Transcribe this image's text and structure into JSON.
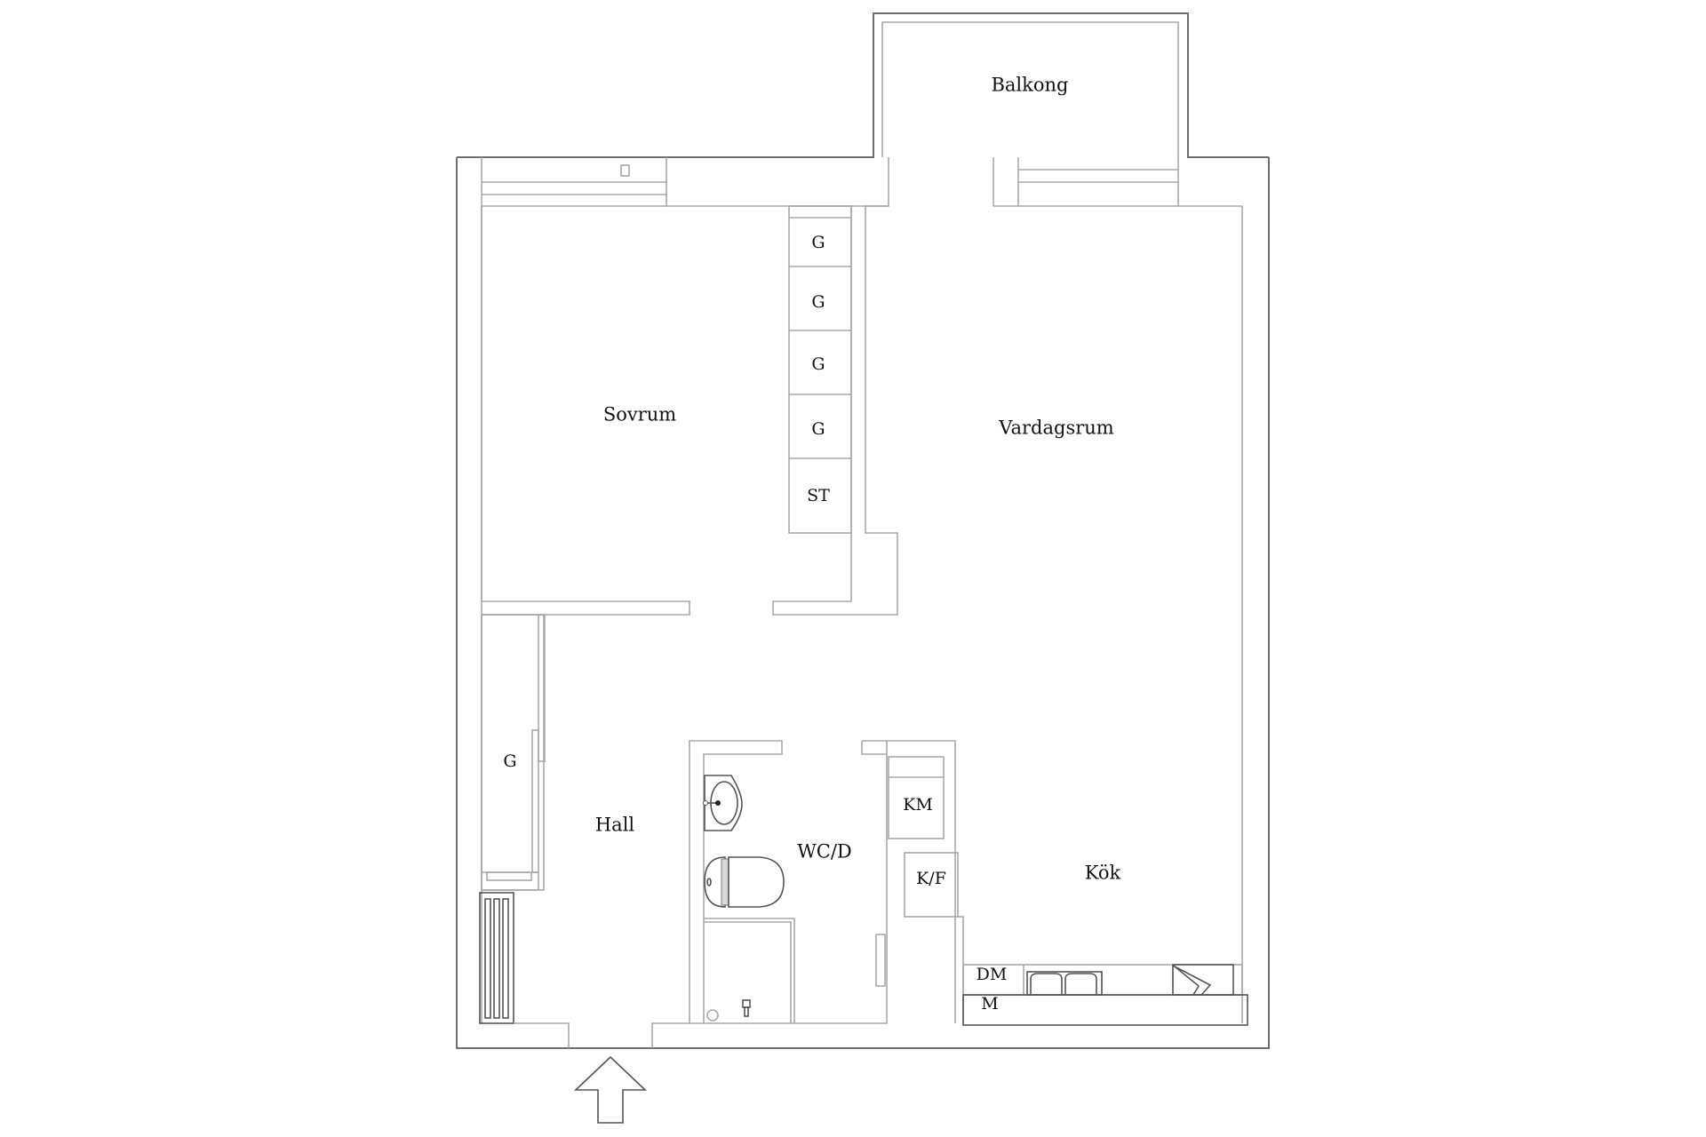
{
  "floorplan": {
    "rooms": {
      "balcony": "Balkong",
      "bedroom": "Sovrum",
      "living_room": "Vardagsrum",
      "hall": "Hall",
      "bathroom": "WC/D",
      "kitchen": "Kök"
    },
    "fixtures": {
      "wardrobe_1": "G",
      "wardrobe_2": "G",
      "wardrobe_3": "G",
      "wardrobe_4": "G",
      "storage": "ST",
      "hall_wardrobe": "G",
      "fridge_freezer_tower": "KM",
      "fridge_freezer": "K/F",
      "dishwasher": "DM",
      "microwave": "M"
    },
    "icons": {
      "entrance": "entrance-arrow-icon",
      "sink": "sink-icon",
      "toilet": "toilet-icon",
      "shower": "shower-icon",
      "radiator": "radiator-icon",
      "kitchen_sink": "kitchen-sink-icon",
      "stove": "stove-icon"
    },
    "colors": {
      "outer_wall": "#6e6e6e",
      "inner_wall": "#a8a8a8",
      "label": "#111111"
    }
  }
}
